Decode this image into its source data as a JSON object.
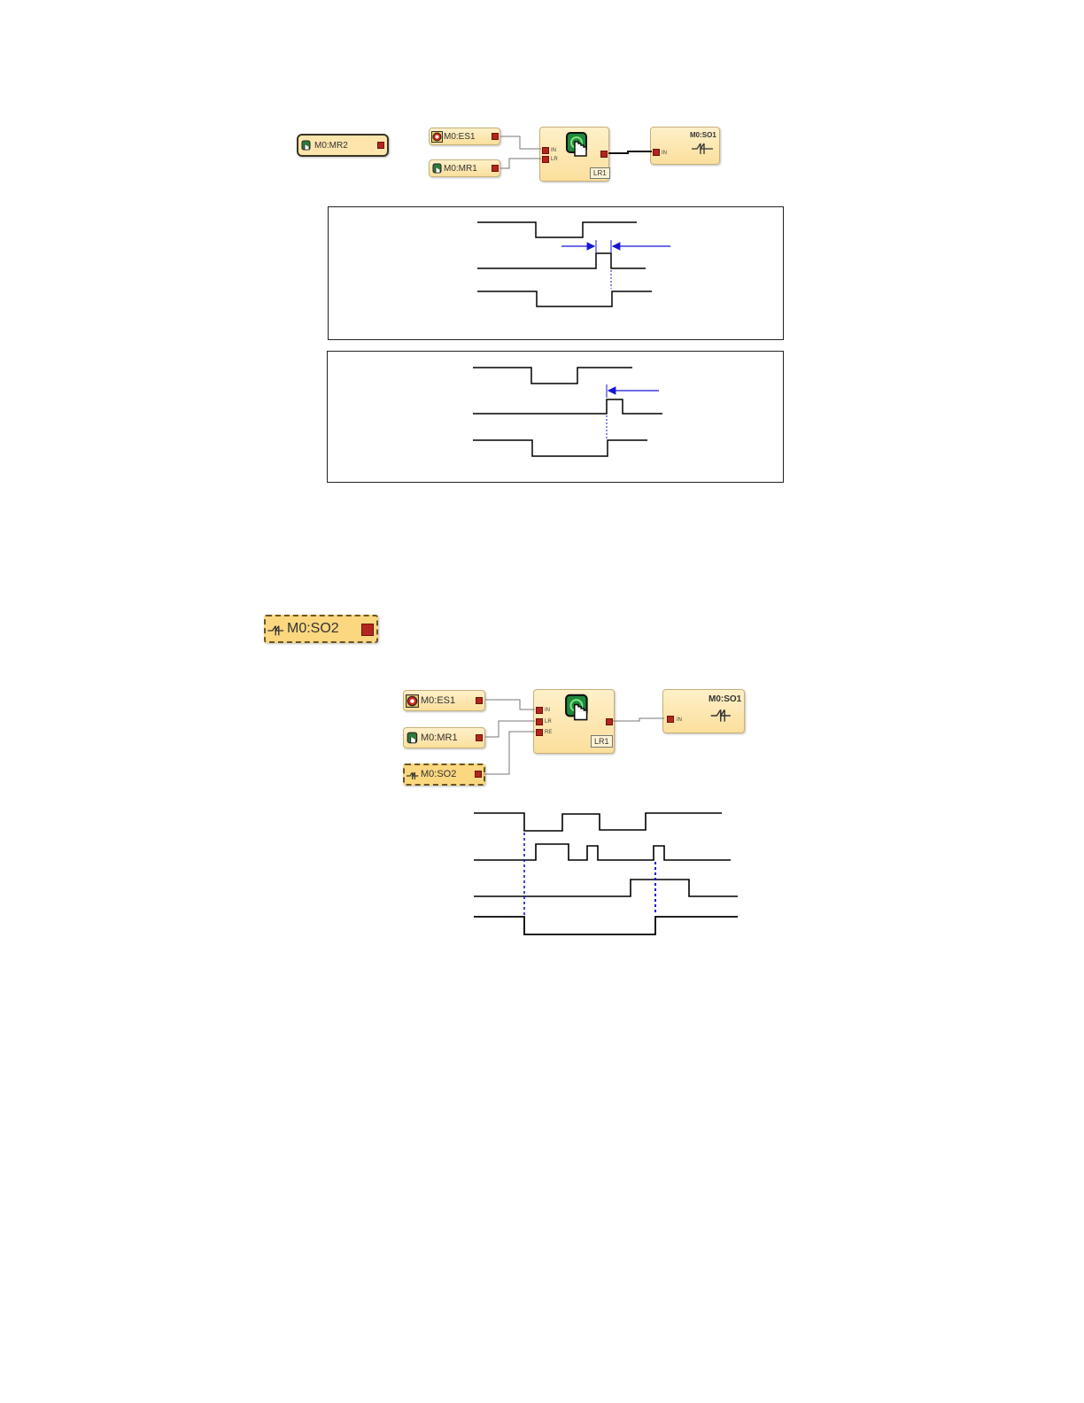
{
  "diagram1": {
    "mr2": {
      "label": "M0:MR2"
    },
    "es1": {
      "label": "M0:ES1"
    },
    "mr1": {
      "label": "M0:MR1"
    },
    "lr_block": {
      "tag": "LR1",
      "pins": [
        "IN",
        "LR"
      ]
    },
    "so1": {
      "label": "M0:SO1",
      "pin": "IN"
    }
  },
  "so2_standalone": {
    "label": "M0:SO2"
  },
  "diagram2": {
    "es1": {
      "label": "M0:ES1"
    },
    "mr1": {
      "label": "M0:MR1"
    },
    "so2": {
      "label": "M0:SO2"
    },
    "lr_block": {
      "tag": "LR1",
      "pins": [
        "IN",
        "LR",
        "RE"
      ]
    },
    "so1": {
      "label": "M0:SO1",
      "pin": "IN"
    }
  },
  "colors": {
    "block_fill": "#fbdf9c",
    "port": "#b3261e",
    "arrow": "#1515d6",
    "trace": "#000000"
  }
}
